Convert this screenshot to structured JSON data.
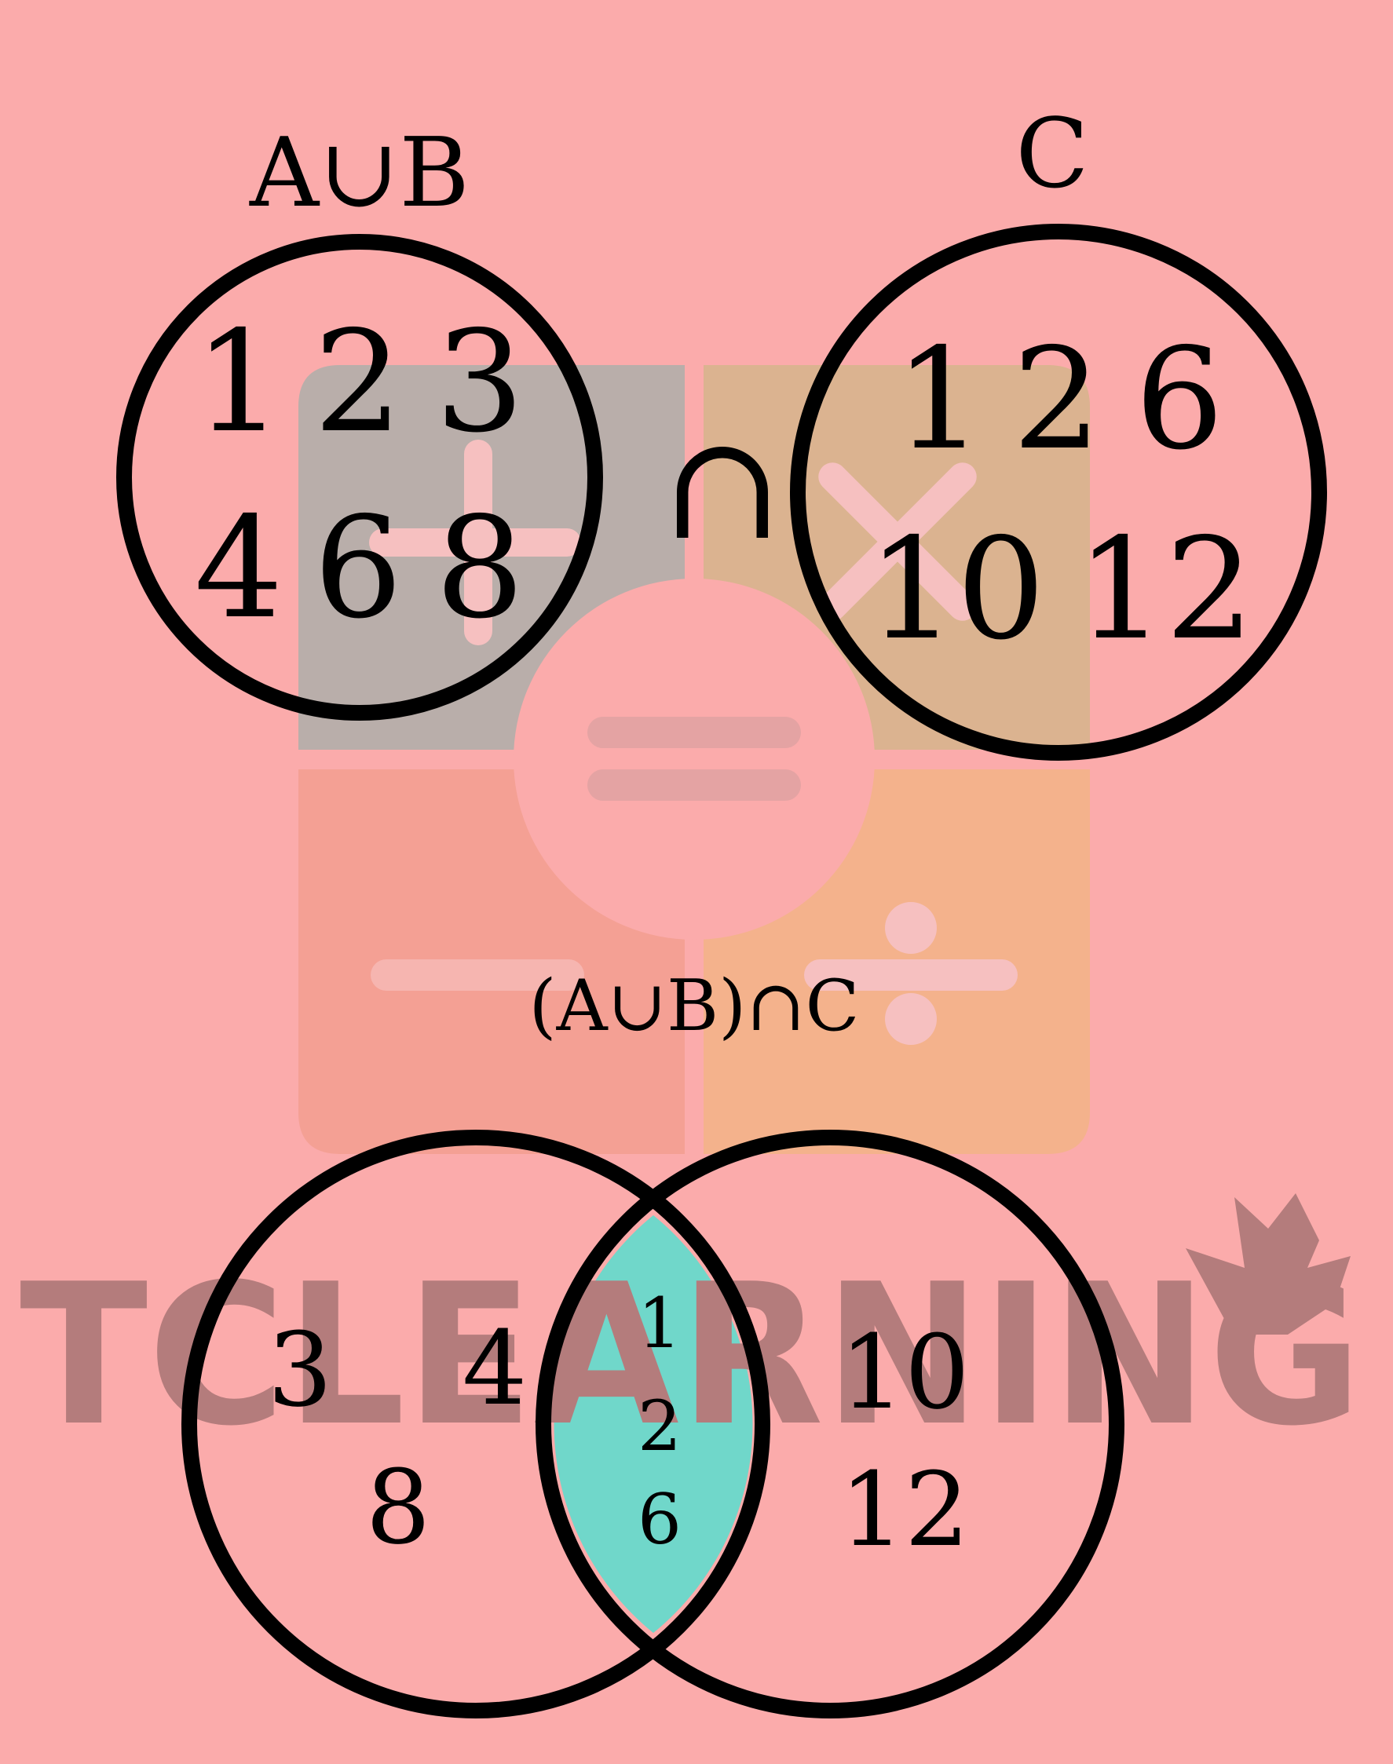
{
  "colors": {
    "background": "#fbabab",
    "stroke": "#000000",
    "intersection_fill": "#70d7ca",
    "watermark_gray": "#b9aeaa",
    "watermark_tan": "#dbb390",
    "watermark_salmon": "#f4a094",
    "watermark_orange": "#f4b28c",
    "watermark_text": "#b47c7c"
  },
  "icons": {
    "watermark_logo": "calculator-operators-logo",
    "watermark_crown": "crown-icon"
  },
  "watermark": {
    "brand_text": "TCLEARNING"
  },
  "top": {
    "left_set": {
      "label": "A∪B",
      "elements_row1": [
        "1",
        "2",
        "3"
      ],
      "elements_row2": [
        "4",
        "6",
        "8"
      ]
    },
    "operator": "∩",
    "right_set": {
      "label": "C",
      "elements_row1": [
        "1",
        "2",
        "6"
      ],
      "elements_row2": [
        "10",
        "12"
      ]
    }
  },
  "result": {
    "label": "(A∪B)∩C",
    "left_only": [
      "3",
      "4",
      "8"
    ],
    "intersection": [
      "1",
      "2",
      "6"
    ],
    "right_only": [
      "10",
      "12"
    ]
  }
}
